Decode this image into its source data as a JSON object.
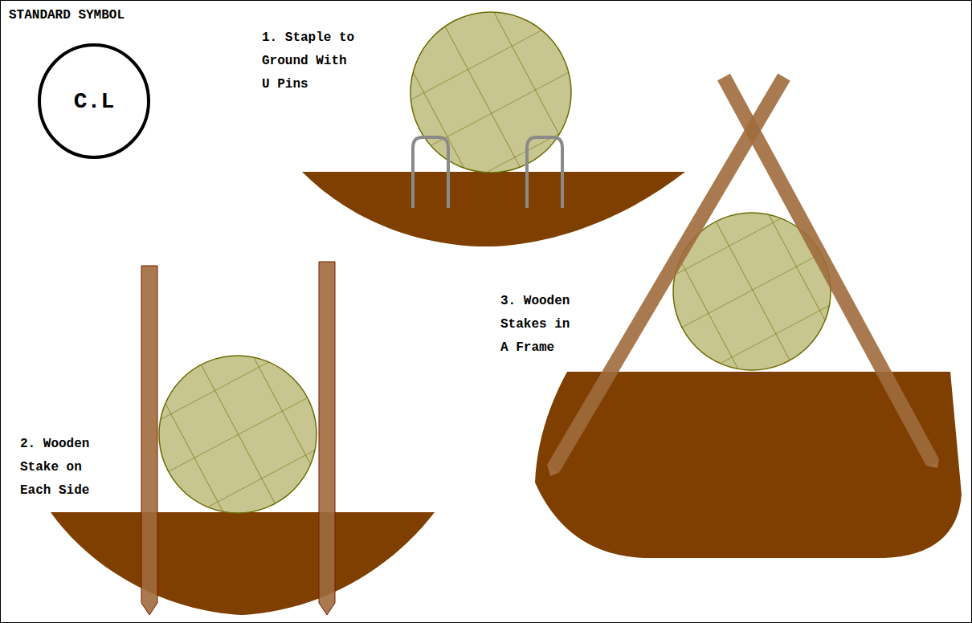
{
  "diagram": {
    "nodes": [
      {
        "text": [
          "C.L"
        ]
      }
    ],
    "labels": [
      "STANDARD SYMBOL",
      "1. Staple to Ground With U Pins",
      "2. Wooden Stake on Each Side",
      "3. Wooden Stakes in A Frame"
    ]
  }
}
